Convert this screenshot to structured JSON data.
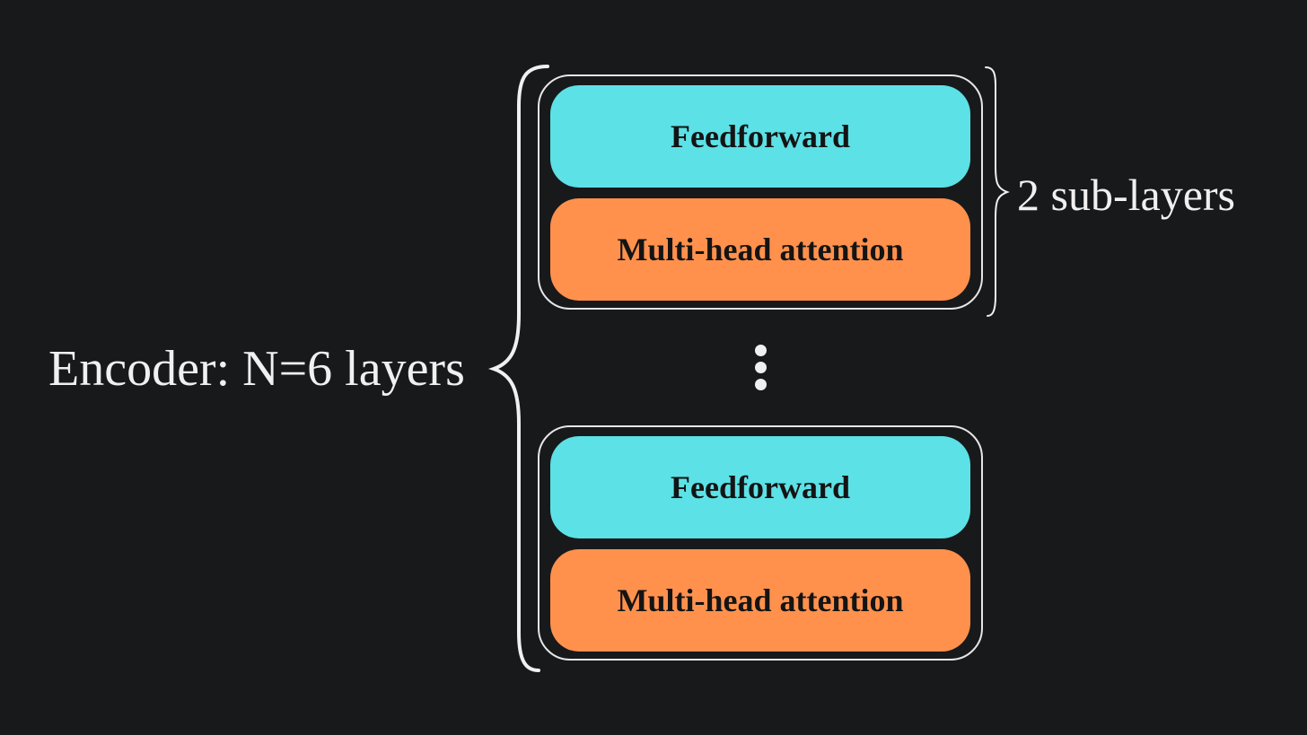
{
  "encoder_label": "Encoder: N=6 layers",
  "sublayers_label": "2 sub-layers",
  "colors": {
    "background": "#18191b",
    "feedforward": "#5ce1e6",
    "attention": "#ff914d",
    "outline": "#e6e6e6",
    "text_light": "#f0f0f0",
    "text_dark": "#141414"
  },
  "layers": [
    {
      "sublayers": [
        {
          "label": "Feedforward"
        },
        {
          "label": "Multi-head attention"
        }
      ]
    },
    {
      "sublayers": [
        {
          "label": "Feedforward"
        },
        {
          "label": "Multi-head attention"
        }
      ]
    }
  ],
  "ellipsis_icon": "vertical-ellipsis"
}
